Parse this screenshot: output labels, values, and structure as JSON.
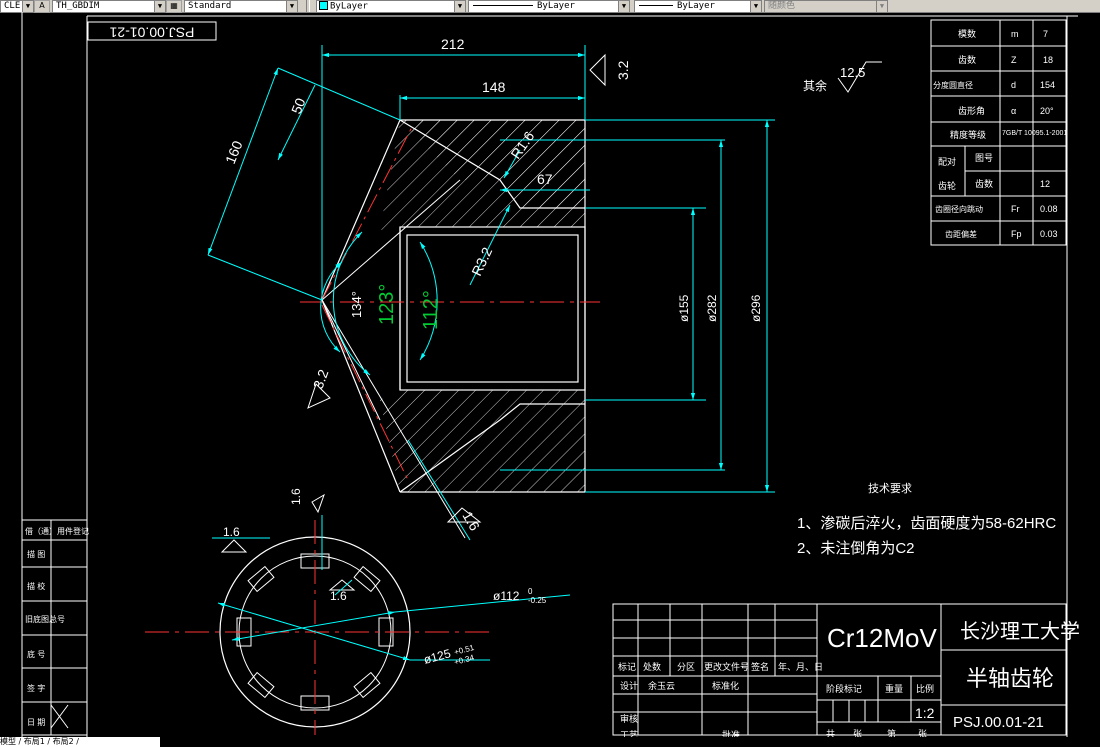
{
  "toolbar": {
    "textstyle_value": "CLE",
    "dimstyle_value": "TH_GBDIM",
    "tablestyle_value": "Standard",
    "layer_value": "ByLayer",
    "linetype_value": "ByLayer",
    "lineweight_value": "ByLayer",
    "plotstyle_value": "随颜色"
  },
  "drawing": {
    "drawing_number": "PSJ.00.01-21",
    "dims": {
      "d212": "212",
      "d148": "148",
      "d50": "50",
      "d160": "160",
      "d67": "67",
      "r16": "R1.6",
      "r32": "R3.2",
      "dia155": "ø155",
      "dia282": "ø282",
      "dia296": "ø296",
      "a134": "134°",
      "a123": "123°",
      "a112": "112°",
      "rough_32_top": "3.2",
      "rough_32_left": "3.2",
      "rough_16_bottom": "1.6",
      "rough_16_a": "1.6",
      "rough_16_b": "1.6",
      "rough_16_c": "1.6",
      "spline_d112": "ø112",
      "spline_d112_tol_upper": "0",
      "spline_d112_tol_lower": "-0.25",
      "spline_d125": "ø125",
      "spline_d125_tol_upper": "+0.51",
      "spline_d125_tol_lower": "+0.34"
    },
    "rough_others_label": "其余",
    "rough_others_value": "12.5",
    "tech_req_title": "技术要求",
    "tech_req_1": "1、渗碳后淬火，齿面硬度为58-62HRC",
    "tech_req_2": "2、未注倒角为C2",
    "param_table": [
      {
        "name": "模数",
        "sym": "m",
        "val": "7"
      },
      {
        "name": "齿数",
        "sym": "Z",
        "val": "18"
      },
      {
        "name": "分度圆直径",
        "sym": "d",
        "val": "154"
      },
      {
        "name": "齿形角",
        "sym": "α",
        "val": "20°"
      },
      {
        "name": "精度等级",
        "sym": "",
        "val": "7GB/T 10095.1-2001"
      }
    ],
    "param_mate_label_1": "配对",
    "param_mate_label_2": "齿轮",
    "param_mate_row1_name": "图号",
    "param_mate_row2_name": "齿数",
    "param_mate_row2_val": "12",
    "param_row_f1_name": "齿圈径向跳动",
    "param_row_f1_sym": "Fr",
    "param_row_f1_val": "0.08",
    "param_row_f2_name": "齿距偏差",
    "param_row_f2_sym": "Fp",
    "param_row_f2_val": "0.03",
    "side_labels": [
      "借（通）用件登记",
      "描 图",
      "描 校",
      "旧底图总号",
      "底 号",
      "签 字",
      "日 期"
    ],
    "title_block": {
      "material": "Cr12MoV",
      "school": "长沙理工大学",
      "part_name": "半轴齿轮",
      "part_number": "PSJ.00.01-21",
      "scale": "1:2",
      "stage_label": "阶段标记",
      "weight_label": "重量",
      "scale_label": "比例",
      "row_labels": [
        "标记",
        "处数",
        "分区",
        "更改文件号",
        "签名",
        "年、月、日"
      ],
      "design_label": "设计",
      "designer": "余玉云",
      "standard_label": "标准化",
      "review_label": "审核",
      "process_label": "工艺",
      "approve_label": "批准",
      "sheets_total": "共",
      "sheets_label": "张",
      "sheet_no": "第",
      "sheet_label": "张"
    }
  },
  "status": {
    "tabs": "模型 / 布局1 / 布局2 /"
  }
}
